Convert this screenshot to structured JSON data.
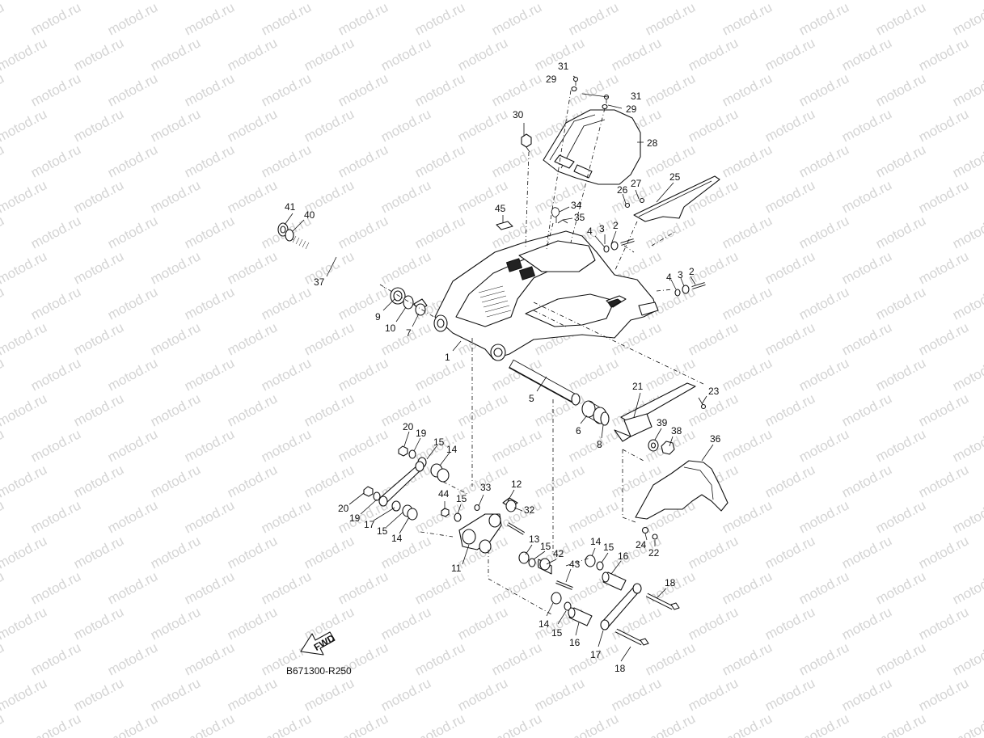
{
  "diagram": {
    "watermark": "motod.ru",
    "diagram_code": "B671300-R250",
    "fwd_label": "FWD",
    "callouts": [
      {
        "id": "c1",
        "text": "1"
      },
      {
        "id": "c2a",
        "text": "2"
      },
      {
        "id": "c2b",
        "text": "2"
      },
      {
        "id": "c3a",
        "text": "3"
      },
      {
        "id": "c3b",
        "text": "3"
      },
      {
        "id": "c4a",
        "text": "4"
      },
      {
        "id": "c4b",
        "text": "4"
      },
      {
        "id": "c5",
        "text": "5"
      },
      {
        "id": "c6",
        "text": "6"
      },
      {
        "id": "c7",
        "text": "7"
      },
      {
        "id": "c8",
        "text": "8"
      },
      {
        "id": "c9",
        "text": "9"
      },
      {
        "id": "c10",
        "text": "10"
      },
      {
        "id": "c11",
        "text": "11"
      },
      {
        "id": "c12",
        "text": "12"
      },
      {
        "id": "c13",
        "text": "13"
      },
      {
        "id": "c14a",
        "text": "14"
      },
      {
        "id": "c14b",
        "text": "14"
      },
      {
        "id": "c14c",
        "text": "14"
      },
      {
        "id": "c14d",
        "text": "14"
      },
      {
        "id": "c15a",
        "text": "15"
      },
      {
        "id": "c15b",
        "text": "15"
      },
      {
        "id": "c15c",
        "text": "15"
      },
      {
        "id": "c15d",
        "text": "15"
      },
      {
        "id": "c15e",
        "text": "15"
      },
      {
        "id": "c15f",
        "text": "15"
      },
      {
        "id": "c16a",
        "text": "16"
      },
      {
        "id": "c16b",
        "text": "16"
      },
      {
        "id": "c17a",
        "text": "17"
      },
      {
        "id": "c17b",
        "text": "17"
      },
      {
        "id": "c18a",
        "text": "18"
      },
      {
        "id": "c18b",
        "text": "18"
      },
      {
        "id": "c19a",
        "text": "19"
      },
      {
        "id": "c19b",
        "text": "19"
      },
      {
        "id": "c20a",
        "text": "20"
      },
      {
        "id": "c20b",
        "text": "20"
      },
      {
        "id": "c21",
        "text": "21"
      },
      {
        "id": "c22",
        "text": "22"
      },
      {
        "id": "c23",
        "text": "23"
      },
      {
        "id": "c24",
        "text": "24"
      },
      {
        "id": "c25",
        "text": "25"
      },
      {
        "id": "c26",
        "text": "26"
      },
      {
        "id": "c27",
        "text": "27"
      },
      {
        "id": "c28",
        "text": "28"
      },
      {
        "id": "c29a",
        "text": "29"
      },
      {
        "id": "c29b",
        "text": "29"
      },
      {
        "id": "c30",
        "text": "30"
      },
      {
        "id": "c31a",
        "text": "31"
      },
      {
        "id": "c31b",
        "text": "31"
      },
      {
        "id": "c32",
        "text": "32"
      },
      {
        "id": "c33",
        "text": "33"
      },
      {
        "id": "c34",
        "text": "34"
      },
      {
        "id": "c35",
        "text": "35"
      },
      {
        "id": "c36",
        "text": "36"
      },
      {
        "id": "c37",
        "text": "37"
      },
      {
        "id": "c38",
        "text": "38"
      },
      {
        "id": "c39",
        "text": "39"
      },
      {
        "id": "c40",
        "text": "40"
      },
      {
        "id": "c41",
        "text": "41"
      },
      {
        "id": "c42",
        "text": "42"
      },
      {
        "id": "c43",
        "text": "43"
      },
      {
        "id": "c44",
        "text": "44"
      },
      {
        "id": "c45",
        "text": "45"
      }
    ]
  }
}
